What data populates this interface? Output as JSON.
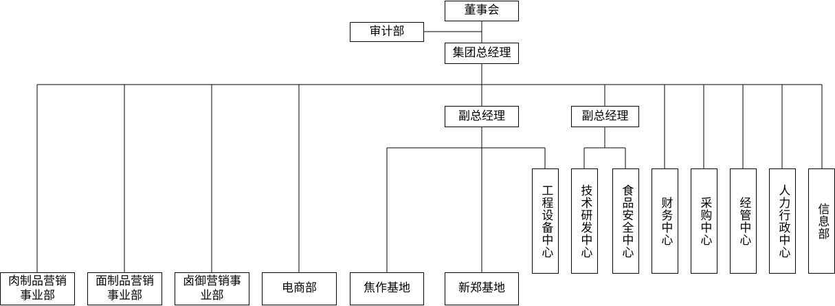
{
  "org_chart": {
    "board": "董事会",
    "audit": "审计部",
    "gm": "集团总经理",
    "vp_left": "副总经理",
    "vp_right": "副总经理",
    "meat_sales": "肉制品营销\n事业部",
    "noodle_sales": "面制品营销\n事业部",
    "braised_sales": "卤御营销事\n业部",
    "ecommerce": "电商部",
    "jiaozuo_base": "焦作基地",
    "xinzheng_base": "新郑基地",
    "engineering_center": "工程设备中心",
    "tech_rd_center": "技术研发中心",
    "food_safety_center": "食品安全中心",
    "finance_center": "财务中心",
    "purchase_center": "采购中心",
    "business_center": "经管中心",
    "hr_admin_center": "人力行政中心",
    "info_dept": "信息部"
  },
  "colors": {
    "line": "#000000",
    "box_border": "#000000",
    "background": "#ffffff"
  }
}
